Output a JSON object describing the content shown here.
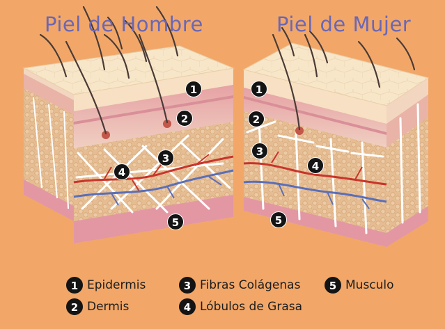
{
  "titles": {
    "hombre": "Piel de Hombre",
    "mujer": "Piel de Mujer"
  },
  "markers": {
    "n1": "1",
    "n2": "2",
    "n3": "3",
    "n4": "4",
    "n5": "5"
  },
  "legend": [
    {
      "number": "1",
      "label": "Epidermis"
    },
    {
      "number": "2",
      "label": "Dermis"
    },
    {
      "number": "3",
      "label": "Fibras Colágenas"
    },
    {
      "number": "4",
      "label": "Lóbulos de Grasa"
    },
    {
      "number": "5",
      "label": "Musculo"
    }
  ],
  "colors": {
    "background": "#f2a768",
    "title": "#6a67b4",
    "epidermis": "#f7e3c6",
    "dermis": "#e7a6a8",
    "fat": "#e6bd92",
    "collagen": "#ffffff",
    "artery": "#c8352b",
    "vein": "#5a6fb8",
    "muscle": "#e397a3",
    "marker": "#141414"
  }
}
